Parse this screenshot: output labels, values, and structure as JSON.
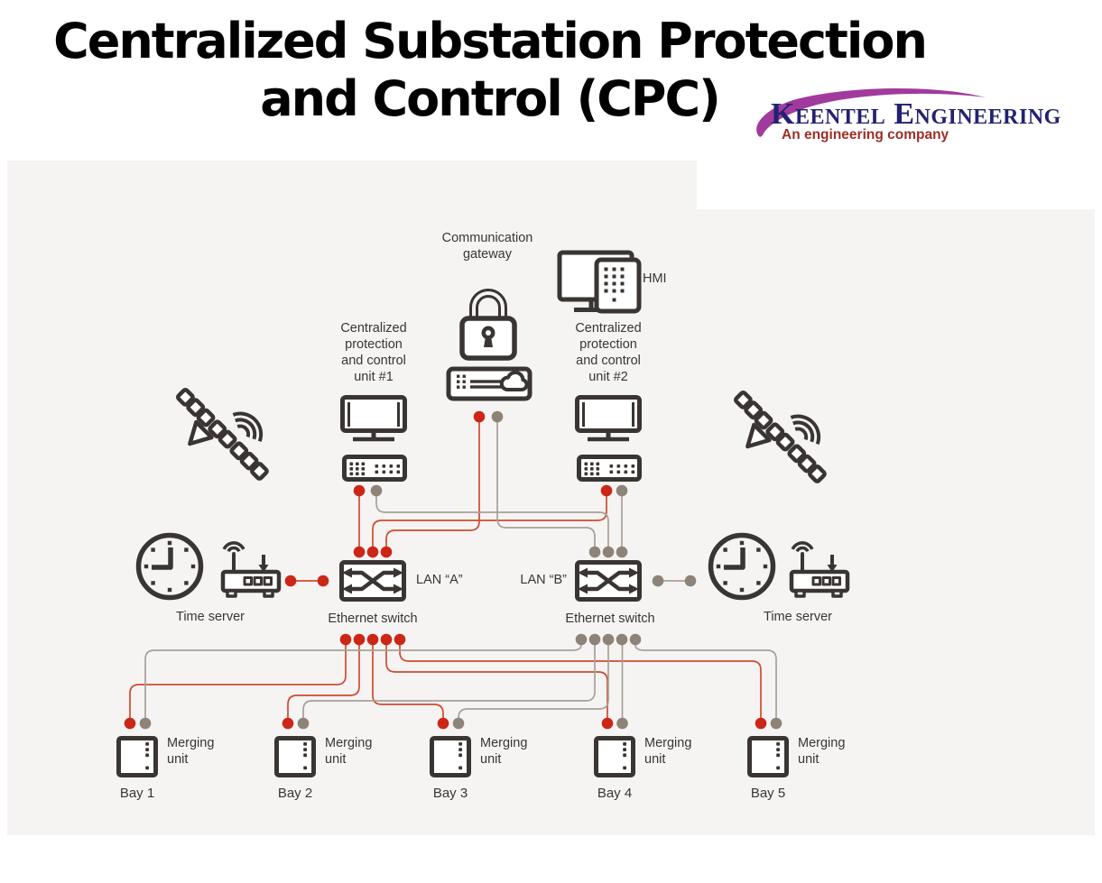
{
  "title": {
    "text": "Centralized Substation Protection\nand Control (CPC)"
  },
  "logo": {
    "name": "Keentel Engineering",
    "tagline": "An engineering company"
  },
  "colors": {
    "icon": "#3a3532",
    "red": "#cc2617",
    "wire_red": "#d04a30",
    "gray": "#8d8379",
    "wire_gray": "#a8a099",
    "diagram_bg": "#f5f4f2",
    "text": "#3a3532",
    "logo_navy": "#232270",
    "logo_purple": "#a23a9e",
    "logo_red": "#9c2f27"
  },
  "diagram": {
    "labels": {
      "communication_gateway": "Communication\ngateway",
      "hmi": "HMI",
      "cpc_unit_1": "Centralized\nprotection\nand control\nunit #1",
      "cpc_unit_2": "Centralized\nprotection\nand control\nunit #2",
      "lan_a": "LAN “A”",
      "lan_b": "LAN “B”",
      "ethernet_switch_a": "Ethernet switch",
      "ethernet_switch_b": "Ethernet switch",
      "time_server_left": "Time server",
      "time_server_right": "Time server"
    },
    "bays": [
      {
        "bay": "Bay 1",
        "unit": "Merging\nunit"
      },
      {
        "bay": "Bay 2",
        "unit": "Merging\nunit"
      },
      {
        "bay": "Bay 3",
        "unit": "Merging\nunit"
      },
      {
        "bay": "Bay 4",
        "unit": "Merging\nunit"
      },
      {
        "bay": "Bay 5",
        "unit": "Merging\nunit"
      }
    ],
    "icon_names": [
      "padlock-icon",
      "gateway-device-icon",
      "hmi-monitor-tablet-icon",
      "workstation-monitor-icon",
      "keyboard-icon",
      "satellite-icon",
      "clock-icon",
      "time-server-receiver-icon",
      "ethernet-switch-icon",
      "merging-unit-icon"
    ],
    "lan_a_wire_color_role": "red",
    "lan_b_wire_color_role": "gray"
  }
}
